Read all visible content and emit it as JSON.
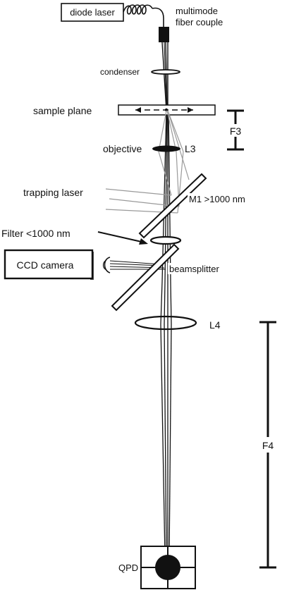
{
  "labels": {
    "diode_laser": "diode laser",
    "fiber_line1": "multimode",
    "fiber_line2": "fiber couple",
    "condenser": "condenser",
    "sample_plane": "sample plane",
    "f3": "F3",
    "objective": "objective",
    "l3": "L3",
    "trapping_laser": "trapping laser",
    "m1": "M1 >1000 nm",
    "filter": "Filter <1000 nm",
    "ccd_camera": "CCD camera",
    "beamsplitter": "beamsplitter",
    "l4": "L4",
    "f4": "F4",
    "qpd": "QPD"
  },
  "colors": {
    "ink": "#111111",
    "trap_beam": "#9a9a9a",
    "camera_shadow": "#555555"
  }
}
